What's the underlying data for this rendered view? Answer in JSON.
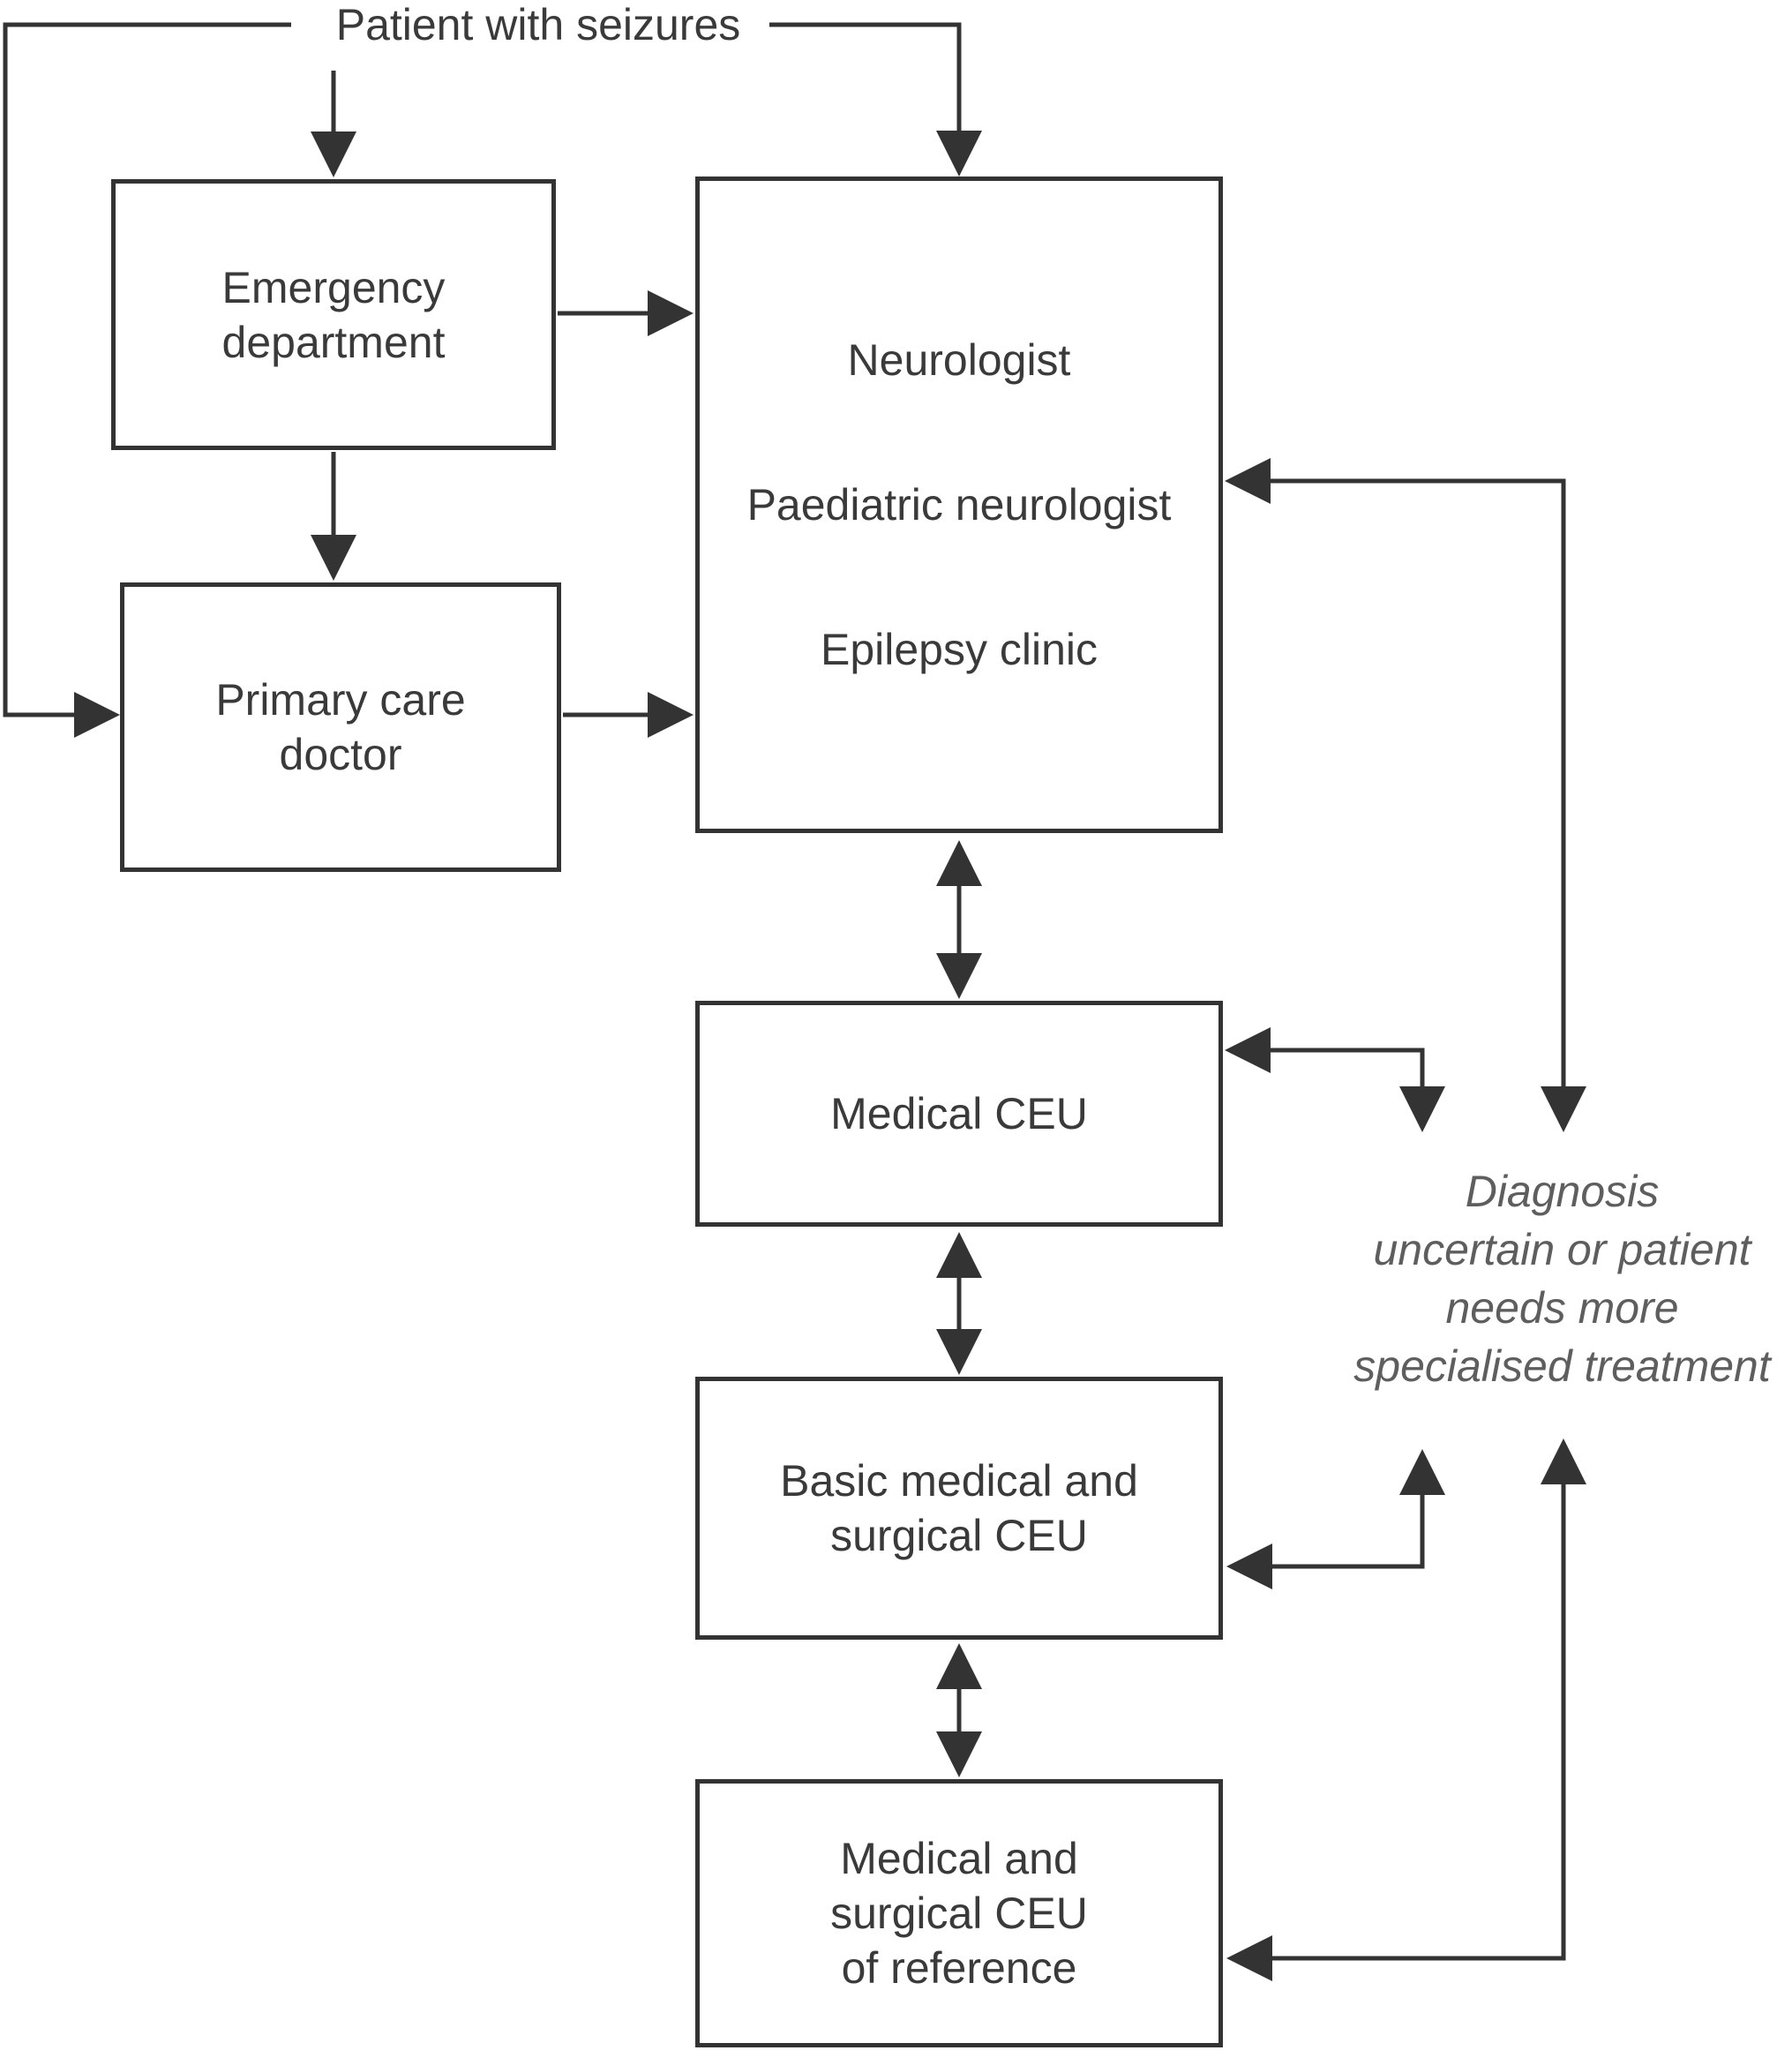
{
  "title": "Patient with seizures",
  "boxes": {
    "emergency": {
      "lines": [
        "Emergency",
        "department"
      ]
    },
    "primary_care": {
      "lines": [
        "Primary care",
        "doctor"
      ]
    },
    "specialists": {
      "lines": [
        "Neurologist",
        "Paediatric neurologist",
        "Epilepsy clinic"
      ]
    },
    "medical_ceu": {
      "lines": [
        "Medical CEU"
      ]
    },
    "basic_ceu": {
      "lines": [
        "Basic medical and",
        "surgical CEU"
      ]
    },
    "reference_ceu": {
      "lines": [
        "Medical and",
        "surgical CEU",
        "of reference"
      ]
    }
  },
  "annotation": {
    "lines": [
      "Diagnosis",
      "uncertain or patient",
      "needs more",
      "specialised treatment"
    ]
  },
  "connections": [
    "patient -> emergency department",
    "patient -> primary care doctor",
    "patient -> specialists",
    "emergency department -> primary care doctor",
    "emergency department -> specialists",
    "primary care doctor -> specialists",
    "specialists <-> medical CEU",
    "medical CEU <-> basic medical and surgical CEU",
    "basic medical and surgical CEU <-> medical and surgical CEU of reference",
    "specialists <-> diagnosis note",
    "medical CEU <-> diagnosis note",
    "basic medical and surgical CEU <-> diagnosis note",
    "medical and surgical CEU of reference <-> diagnosis note"
  ],
  "colors": {
    "line": "#333333",
    "box_border": "#333333",
    "box_text": "#3a3a3a",
    "annotation_text": "#5e5e5e",
    "background": "#ffffff"
  }
}
